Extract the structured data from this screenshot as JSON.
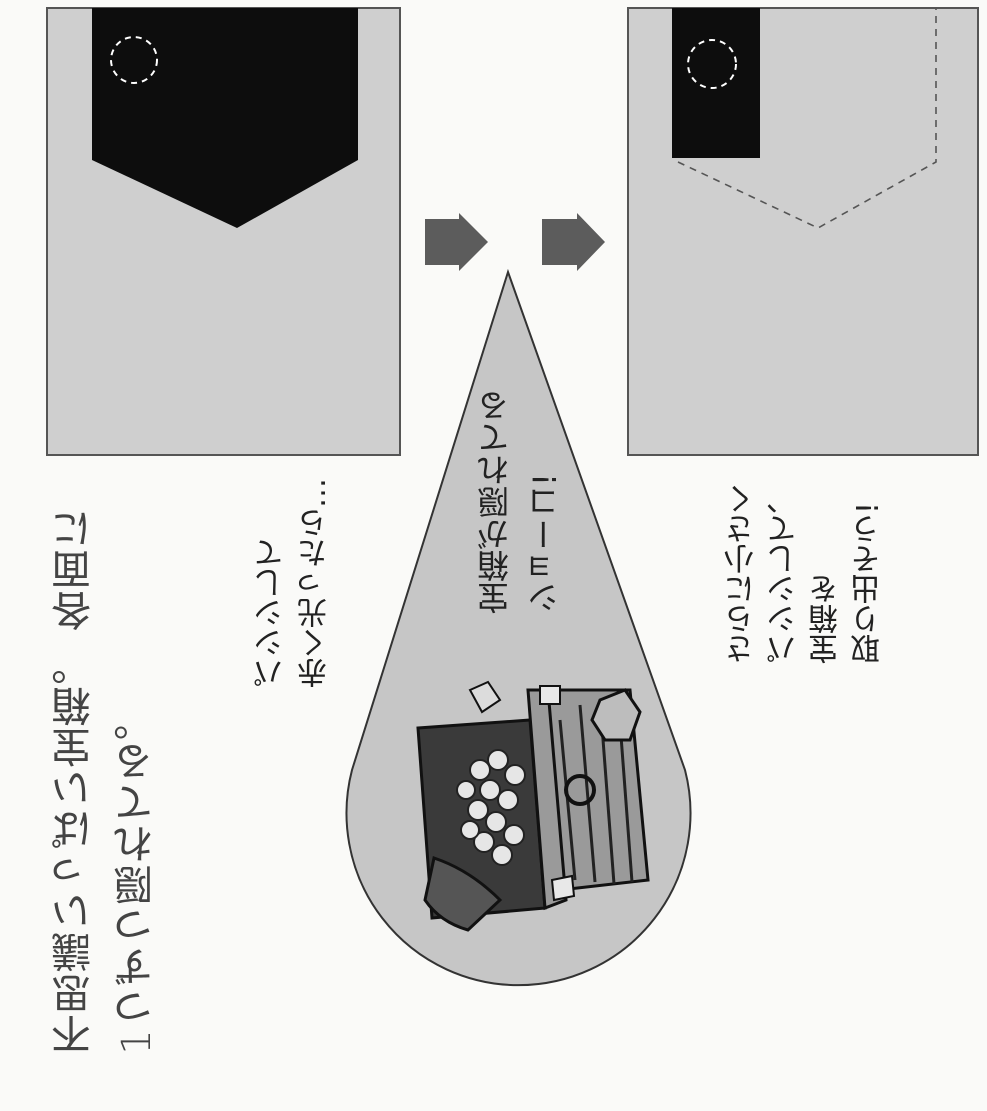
{
  "palette": {
    "panel_fill": "#cfcfcf",
    "panel_border": "#555555",
    "dark_fill": "#0d0d0d",
    "arrow_fill": "#5c5c5c",
    "bubble_fill": "#c6c6c6",
    "chest_wood": "#3a3a3a",
    "chest_light": "#9a9a9a"
  },
  "intro_text": {
    "line1": "不思議いっぱい宝箱。 各面に",
    "line2": "1つずつ隠れてる。"
  },
  "caption_step1": {
    "line1": "パシシして",
    "line2": "赤く光ったら…"
  },
  "bubble": {
    "line1": "宝箱が隠れてる",
    "line2": "ショーコ!"
  },
  "caption_step2": {
    "line1": "さらに小さく",
    "line2": "パシシして、",
    "line3": "宝箱を",
    "line4": "取り出そう!"
  },
  "icons": {
    "target_marker": "dashed-circle-icon",
    "step_arrow": "arrow-down-icon",
    "chest": "treasure-chest-icon"
  }
}
